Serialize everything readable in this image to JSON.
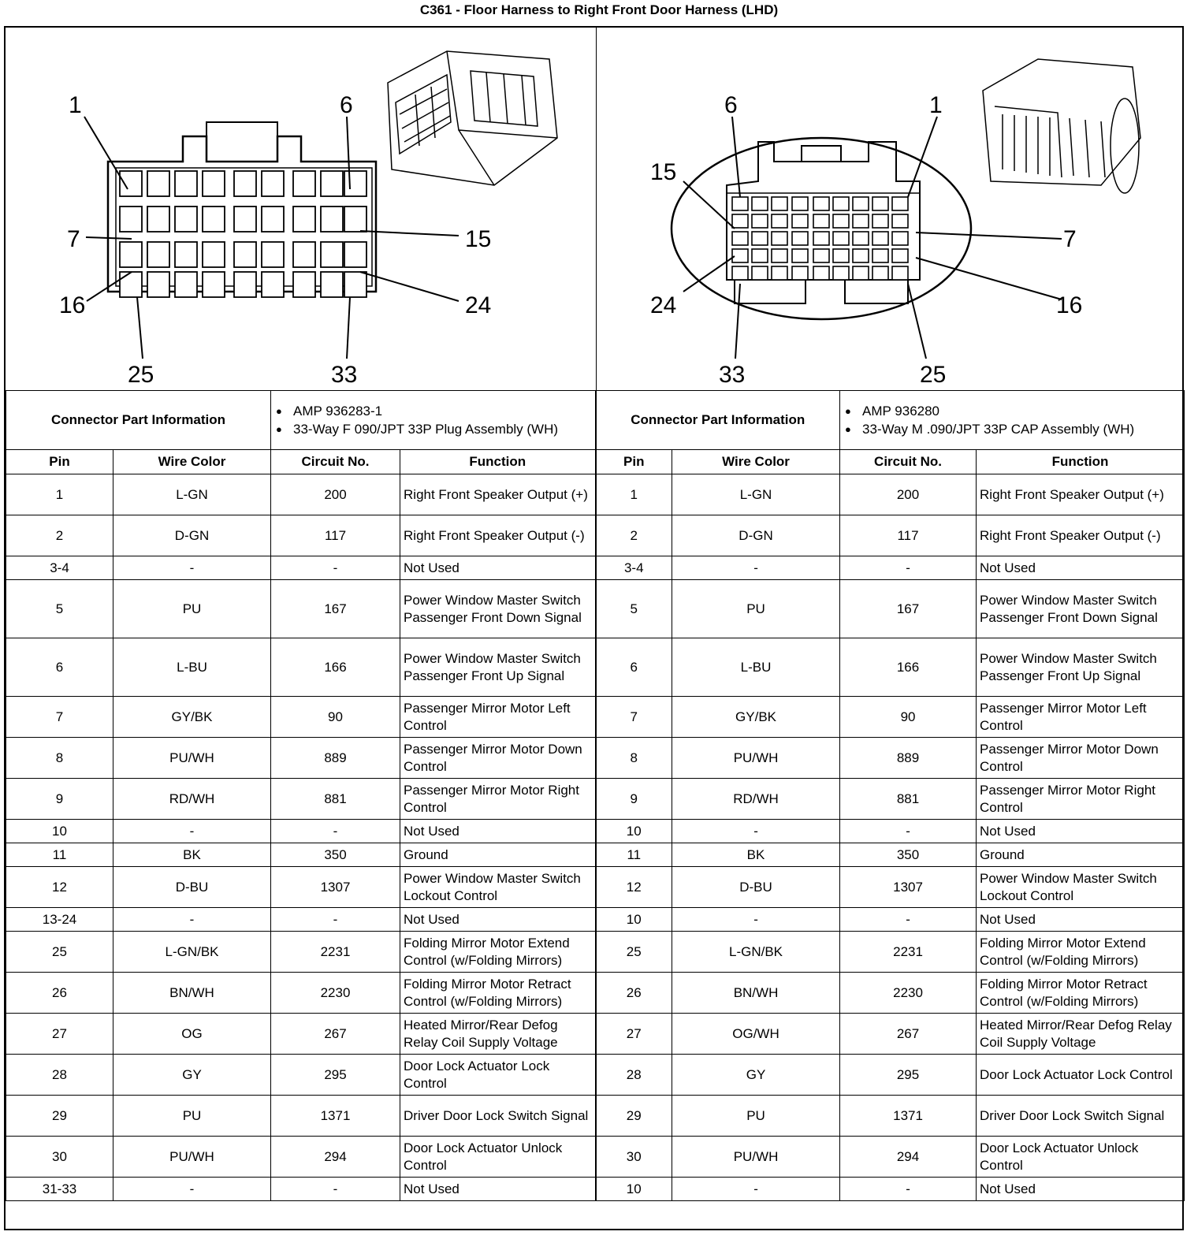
{
  "title": "C361 - Floor Harness to Right Front Door Harness (LHD)",
  "diagrams": {
    "left": {
      "callouts": [
        "1",
        "6",
        "7",
        "15",
        "16",
        "24",
        "25",
        "33"
      ]
    },
    "right": {
      "callouts": [
        "6",
        "1",
        "15",
        "7",
        "24",
        "16",
        "33",
        "25"
      ]
    }
  },
  "left": {
    "cpi_label": "Connector Part Information",
    "cpi_items": [
      "AMP 936283-1",
      "33-Way F 090/JPT 33P Plug Assembly (WH)"
    ]
  },
  "right": {
    "cpi_label": "Connector Part Information",
    "cpi_items": [
      "AMP 936280",
      "33-Way M .090/JPT 33P CAP Assembly (WH)"
    ]
  },
  "headers": [
    "Pin",
    "Wire Color",
    "Circuit No.",
    "Function"
  ],
  "rows": [
    {
      "h": 2,
      "l": [
        "1",
        "L-GN",
        "200",
        "Right Front Speaker Output (+)"
      ],
      "r": [
        "1",
        "L-GN",
        "200",
        "Right Front Speaker Output (+)"
      ]
    },
    {
      "h": 2,
      "l": [
        "2",
        "D-GN",
        "117",
        "Right Front Speaker Output (-)"
      ],
      "r": [
        "2",
        "D-GN",
        "117",
        "Right Front Speaker Output (-)"
      ]
    },
    {
      "h": 1,
      "l": [
        "3-4",
        "-",
        "-",
        "Not Used"
      ],
      "r": [
        "3-4",
        "-",
        "-",
        "Not Used"
      ]
    },
    {
      "h": 3,
      "l": [
        "5",
        "PU",
        "167",
        "Power Window Master Switch Passenger Front Down Signal"
      ],
      "r": [
        "5",
        "PU",
        "167",
        "Power Window Master Switch Passenger Front Down Signal"
      ]
    },
    {
      "h": 3,
      "l": [
        "6",
        "L-BU",
        "166",
        "Power Window Master Switch Passenger Front Up Signal"
      ],
      "r": [
        "6",
        "L-BU",
        "166",
        "Power Window Master Switch Passenger Front Up Signal"
      ]
    },
    {
      "h": 2,
      "l": [
        "7",
        "GY/BK",
        "90",
        "Passenger Mirror Motor Left Control"
      ],
      "r": [
        "7",
        "GY/BK",
        "90",
        "Passenger Mirror Motor Left Control"
      ]
    },
    {
      "h": 2,
      "l": [
        "8",
        "PU/WH",
        "889",
        "Passenger Mirror Motor Down Control"
      ],
      "r": [
        "8",
        "PU/WH",
        "889",
        "Passenger Mirror Motor Down Control"
      ]
    },
    {
      "h": 2,
      "l": [
        "9",
        "RD/WH",
        "881",
        "Passenger Mirror Motor Right Control"
      ],
      "r": [
        "9",
        "RD/WH",
        "881",
        "Passenger Mirror Motor Right Control"
      ]
    },
    {
      "h": 1,
      "l": [
        "10",
        "-",
        "-",
        "Not Used"
      ],
      "r": [
        "10",
        "-",
        "-",
        "Not Used"
      ]
    },
    {
      "h": 1,
      "l": [
        "11",
        "BK",
        "350",
        "Ground"
      ],
      "r": [
        "11",
        "BK",
        "350",
        "Ground"
      ]
    },
    {
      "h": 2,
      "l": [
        "12",
        "D-BU",
        "1307",
        "Power Window Master Switch Lockout Control"
      ],
      "r": [
        "12",
        "D-BU",
        "1307",
        "Power Window Master Switch Lockout Control"
      ]
    },
    {
      "h": 1,
      "l": [
        "13-24",
        "-",
        "-",
        "Not Used"
      ],
      "r": [
        "10",
        "-",
        "-",
        "Not Used"
      ]
    },
    {
      "h": 2,
      "l": [
        "25",
        "L-GN/BK",
        "2231",
        "Folding Mirror Motor Extend Control (w/Folding Mirrors)"
      ],
      "r": [
        "25",
        "L-GN/BK",
        "2231",
        "Folding Mirror Motor Extend Control (w/Folding Mirrors)"
      ]
    },
    {
      "h": 2,
      "l": [
        "26",
        "BN/WH",
        "2230",
        "Folding Mirror Motor Retract Control (w/Folding Mirrors)"
      ],
      "r": [
        "26",
        "BN/WH",
        "2230",
        "Folding Mirror Motor Retract Control (w/Folding Mirrors)"
      ]
    },
    {
      "h": 2,
      "l": [
        "27",
        "OG",
        "267",
        "Heated Mirror/Rear Defog Relay Coil Supply Voltage"
      ],
      "r": [
        "27",
        "OG/WH",
        "267",
        "Heated Mirror/Rear Defog Relay Coil Supply Voltage"
      ]
    },
    {
      "h": 2,
      "l": [
        "28",
        "GY",
        "295",
        "Door Lock Actuator Lock Control"
      ],
      "r": [
        "28",
        "GY",
        "295",
        "Door Lock Actuator Lock Control"
      ]
    },
    {
      "h": 2,
      "l": [
        "29",
        "PU",
        "1371",
        "Driver Door Lock Switch Signal"
      ],
      "r": [
        "29",
        "PU",
        "1371",
        "Driver Door Lock Switch Signal"
      ]
    },
    {
      "h": 2,
      "l": [
        "30",
        "PU/WH",
        "294",
        "Door Lock Actuator Unlock Control"
      ],
      "r": [
        "30",
        "PU/WH",
        "294",
        "Door Lock Actuator Unlock Control"
      ]
    },
    {
      "h": 1,
      "l": [
        "31-33",
        "-",
        "-",
        "Not Used"
      ],
      "r": [
        "10",
        "-",
        "-",
        "Not Used"
      ]
    }
  ]
}
